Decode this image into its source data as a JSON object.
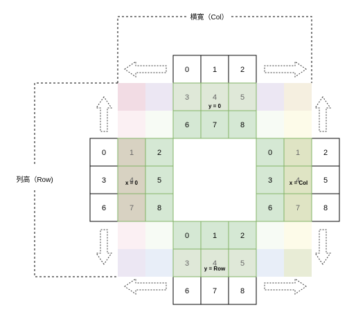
{
  "labels": {
    "col_title": "横寛（Col）",
    "row_title": "列高（Row)",
    "y0": "y = 0",
    "yrow": "y = Row",
    "x0": "x = 0",
    "xcol": "x = Col"
  },
  "grids": {
    "top": [
      "0",
      "1",
      "2",
      "3",
      "4",
      "5",
      "6",
      "7",
      "8"
    ],
    "bottom": [
      "0",
      "1",
      "2",
      "3",
      "4",
      "5",
      "6",
      "7",
      "8"
    ],
    "left": [
      "0",
      "1",
      "2",
      "3",
      "4",
      "5",
      "6",
      "7",
      "8"
    ],
    "right": [
      "0",
      "1",
      "2",
      "3",
      "4",
      "5",
      "6",
      "7",
      "8"
    ]
  },
  "colors": {
    "green_fill": "#d5e8d4",
    "green_stroke": "#82b366",
    "pink": "#f2dce4",
    "pink_light": "#fbf0f3",
    "lavender": "#ece7f3",
    "cream": "#f5efe0",
    "yellow_light": "#fdfbe9",
    "blue_light": "#e8eef8",
    "olive": "#e8ecd6",
    "overlap_brown": "#d8d2c2",
    "overlap_olive": "#dfe4c4",
    "mint_light": "#f7fbf5"
  },
  "arrows": {
    "left_top": "arrow-left",
    "right_top": "arrow-right",
    "left_bottom": "arrow-left",
    "right_bottom": "arrow-right",
    "up_left": "arrow-up",
    "up_right": "arrow-up",
    "down_left": "arrow-down",
    "down_right": "arrow-down"
  }
}
